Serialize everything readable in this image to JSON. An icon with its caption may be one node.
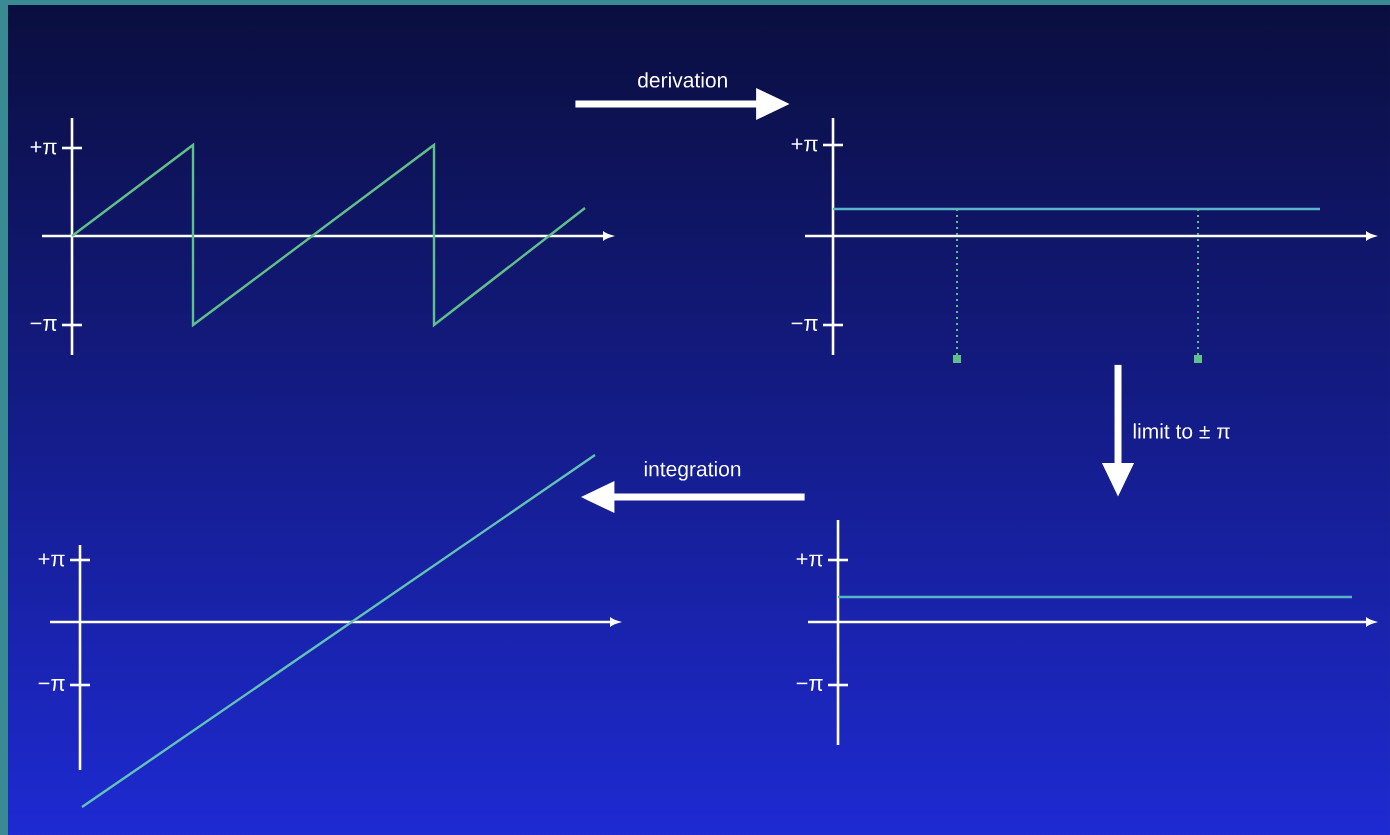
{
  "diagram": {
    "nodes": [
      {
        "text": [
          "+π",
          "−π"
        ]
      },
      {
        "text": [
          "+π",
          "−π"
        ]
      },
      {
        "text": [
          "+π",
          "−π"
        ]
      },
      {
        "text": [
          "+π",
          "−π"
        ]
      }
    ],
    "edges": [
      {
        "from": 0,
        "to": 1,
        "arrow": "to",
        "label": "derivation"
      },
      {
        "from": 1,
        "to": 3,
        "arrow": "to",
        "label": "limit to ± π"
      },
      {
        "from": 3,
        "to": 2,
        "arrow": "to",
        "label": "integration"
      }
    ]
  }
}
